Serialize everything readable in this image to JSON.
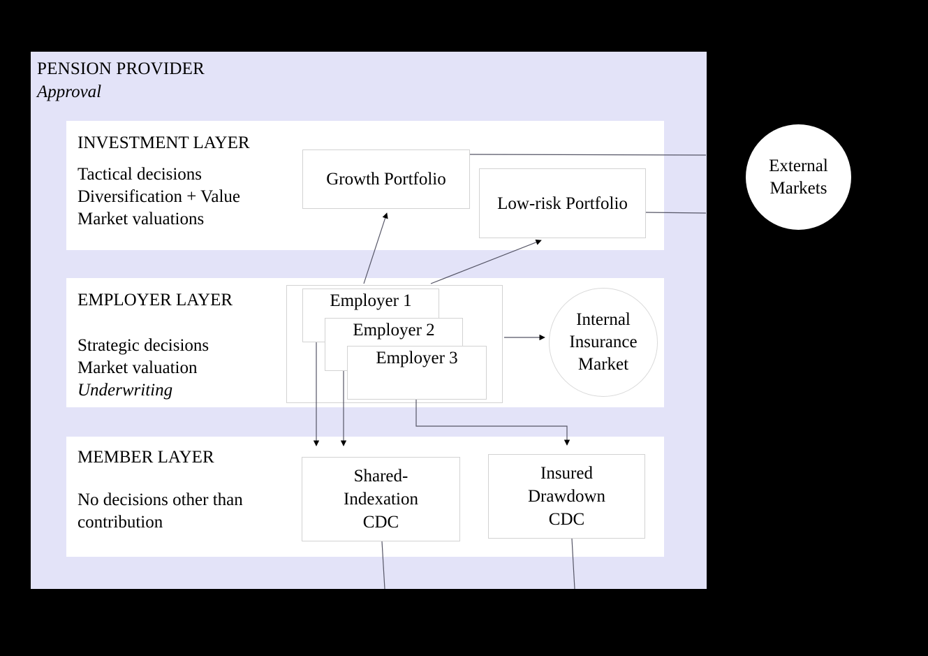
{
  "diagram": {
    "background_color": "#000000",
    "provider": {
      "title": "PENSION PROVIDER",
      "subtitle": "Approval",
      "panel_color": "#e3e3f8"
    },
    "layers": [
      {
        "id": "investment",
        "title": "INVESTMENT LAYER",
        "description_lines": [
          "Tactical decisions",
          "Diversification + Value",
          "Market valuations"
        ]
      },
      {
        "id": "employer",
        "title": "EMPLOYER LAYER",
        "description_lines": [
          "Strategic decisions",
          "Market valuation"
        ],
        "description_italic_line": "Underwriting"
      },
      {
        "id": "member",
        "title": "MEMBER LAYER",
        "description_lines": [
          "No decisions other than",
          "contribution"
        ]
      }
    ],
    "nodes": {
      "growth_portfolio": "Growth Portfolio",
      "lowrisk_portfolio": "Low-risk Portfolio",
      "employer_1": "Employer 1",
      "employer_2": "Employer 2",
      "employer_3": "Employer 3",
      "internal_insurance_market": "Internal\nInsurance\nMarket",
      "internal_insurance_market_lines": [
        "Internal",
        "Insurance",
        "Market"
      ],
      "external_markets_lines": [
        "External",
        "Markets"
      ],
      "shared_indexation_cdc_lines": [
        "Shared-",
        "Indexation",
        "CDC"
      ],
      "insured_drawdown_cdc_lines": [
        "Insured",
        "Drawdown",
        "CDC"
      ]
    },
    "connector_color": "#555566"
  }
}
